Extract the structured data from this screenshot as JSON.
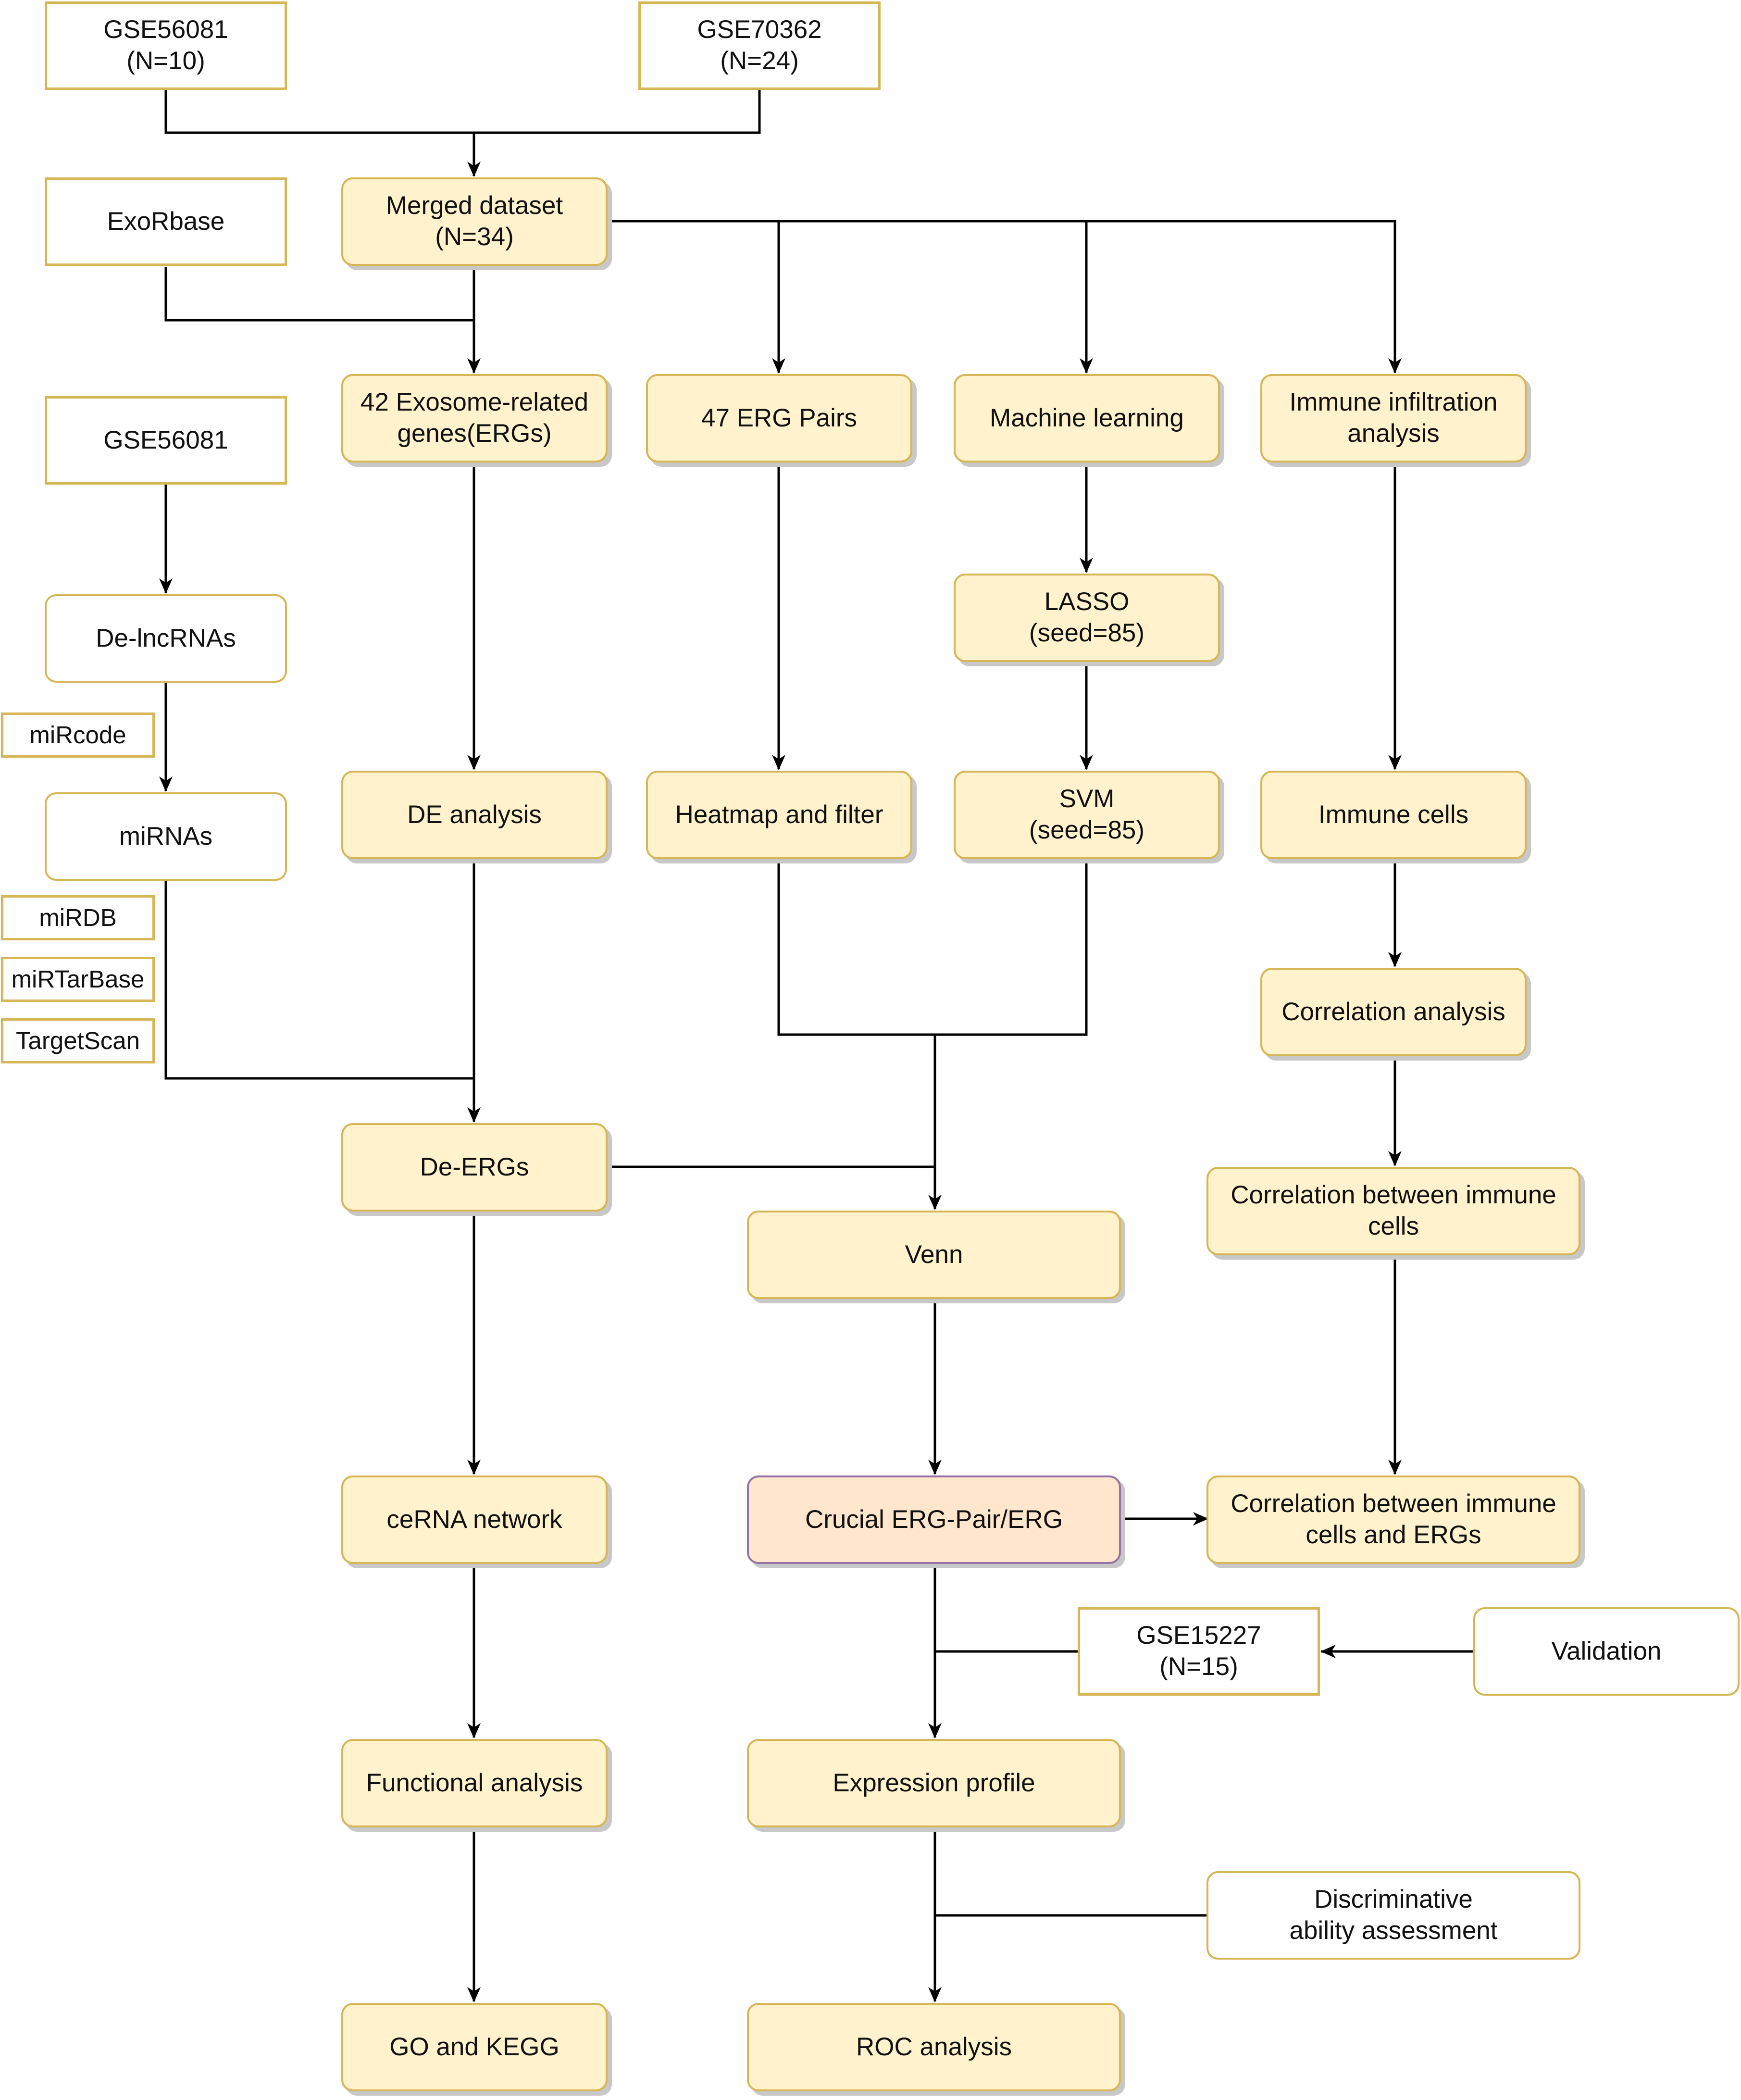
{
  "nodes": {
    "gse56081_top": "GSE56081\n(N=10)",
    "gse70362": "GSE70362\n(N=24)",
    "exorbase": "ExoRbase",
    "merged": "Merged dataset\n(N=34)",
    "gse56081_mid": "GSE56081",
    "ergs42": "42 Exosome-related\ngenes(ERGs)",
    "pairs47": "47 ERG Pairs",
    "ml": "Machine learning",
    "immune_infil": "Immune infiltration\nanalysis",
    "de_lnc": "De-lncRNAs",
    "lasso": "LASSO\n(seed=85)",
    "mircode": "miRcode",
    "mirnas": "miRNAs",
    "de_analysis": "DE analysis",
    "heatmap": "Heatmap and filter",
    "svm": "SVM\n(seed=85)",
    "immune_cells": "Immune cells",
    "mirdb": "miRDB",
    "mirtarbase": "miRTarBase",
    "targetscan": "TargetScan",
    "correlation": "Correlation analysis",
    "de_ergs": "De-ERGs",
    "corr_cells": "Correlation between immune\ncells",
    "venn": "Venn",
    "cerna": "ceRNA network",
    "crucial": "Crucial  ERG-Pair/ERG",
    "corr_ergs": "Correlation between immune\ncells and ERGs",
    "gse15227": "GSE15227\n(N=15)",
    "validation": "Validation",
    "functional": "Functional analysis",
    "expression": "Expression profile",
    "discriminative": "Discriminative\nability assessment",
    "go_kegg": "GO and KEGG",
    "roc": "ROC analysis"
  },
  "colors": {
    "box_border": "#d6b656",
    "box_fill": "#fff2cc",
    "key_fill": "#ffe6cc",
    "key_border": "#9673a6",
    "shadow": "#c8c8c8",
    "line": "#000000"
  }
}
